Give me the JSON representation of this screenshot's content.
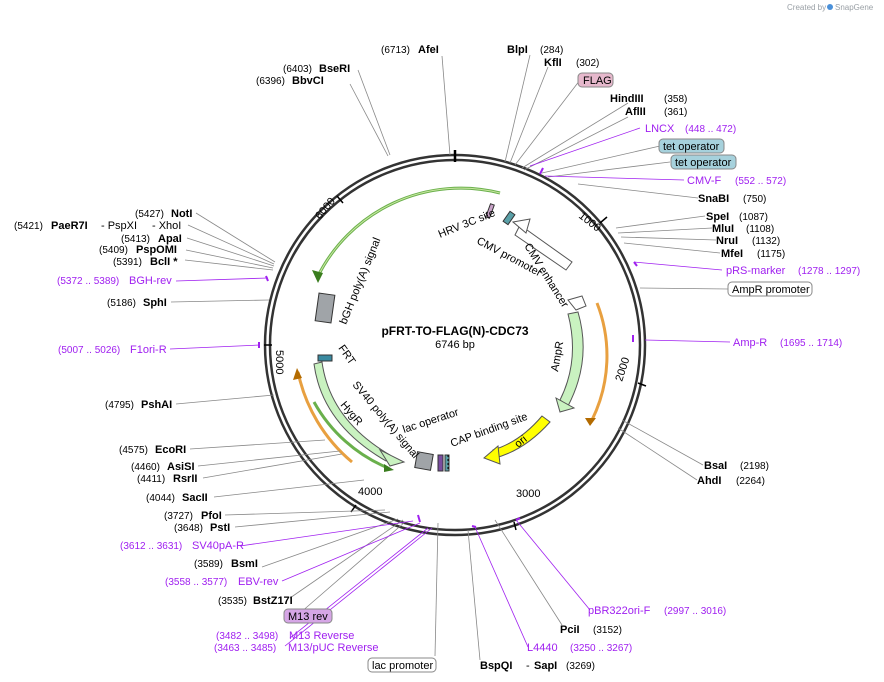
{
  "credit": {
    "created_by": "Created by",
    "brand": "SnapGene"
  },
  "plasmid": {
    "name": "pFRT-TO-FLAG(N)-CDC73",
    "length": "6746 bp"
  },
  "ticks": {
    "t1000": "1000",
    "t2000": "2000",
    "t3000": "3000",
    "t4000": "4000",
    "t5000": "5000",
    "t6000": "6000"
  },
  "features": {
    "hrv": "HRV 3C site",
    "cmv_promoter": "CMV promoter",
    "cmv_enhancer": "CMV enhancer",
    "ampr": "AmpR",
    "ori": "ori",
    "cap": "CAP binding site",
    "lac_op": "lac operator",
    "sv40": "SV40 poly(A) signal",
    "hygr": "HygR",
    "frt": "FRT",
    "bgh": "bGH poly(A) signal"
  },
  "labels": {
    "afei": {
      "pos": "(6713)",
      "name": "AfeI"
    },
    "bsperi": {
      "pos": "(6403)",
      "name": "BseRI"
    },
    "bbvci": {
      "pos": "(6396)",
      "name": "BbvCI"
    },
    "blpi": {
      "name": "BlpI",
      "pos": "(284)"
    },
    "kfli": {
      "name": "KflI",
      "pos": "(302)"
    },
    "flag": {
      "name": "FLAG"
    },
    "hindiii": {
      "name": "HindIII",
      "pos": "(358)"
    },
    "aflii": {
      "name": "AflII",
      "pos": "(361)"
    },
    "lncx": {
      "name": "LNCX",
      "pos": "(448 .. 472)"
    },
    "tet1": {
      "name": "tet operator"
    },
    "tet2": {
      "name": "tet operator"
    },
    "cmvf": {
      "name": "CMV-F",
      "pos": "(552 .. 572)"
    },
    "snabi": {
      "name": "SnaBI",
      "pos": "(750)"
    },
    "spei": {
      "name": "SpeI",
      "pos": "(1087)"
    },
    "mlui": {
      "name": "MluI",
      "pos": "(1108)"
    },
    "nrui": {
      "name": "NruI",
      "pos": "(1132)"
    },
    "mfei": {
      "name": "MfeI",
      "pos": "(1175)"
    },
    "prs": {
      "name": "pRS-marker",
      "pos": "(1278 .. 1297)"
    },
    "amprprom": {
      "name": "AmpR promoter"
    },
    "ampr_primer": {
      "name": "Amp-R",
      "pos": "(1695 .. 1714)"
    },
    "bsai": {
      "name": "BsaI",
      "pos": "(2198)"
    },
    "ahdi": {
      "name": "AhdI",
      "pos": "(2264)"
    },
    "pbr": {
      "name": "pBR322ori-F",
      "pos": "(2997 .. 3016)"
    },
    "pcii": {
      "name": "PciI",
      "pos": "(3152)"
    },
    "l4440": {
      "name": "L4440",
      "pos": "(3250 .. 3267)"
    },
    "bspqi": {
      "name": "BspQI",
      "sep": "-",
      "name2": "SapI",
      "pos": "(3269)"
    },
    "lacprom": {
      "name": "lac promoter"
    },
    "m13rev_pos": {
      "pos": "(3463 .. 3485)",
      "name": "M13/pUC Reverse"
    },
    "m13reverse": {
      "pos": "(3482 .. 3498)",
      "name": "M13 Reverse"
    },
    "m13box": {
      "name": "M13 rev"
    },
    "bstz": {
      "pos": "(3535)",
      "name": "BstZ17I"
    },
    "ebv": {
      "pos": "(3558 .. 3577)",
      "name": "EBV-rev"
    },
    "bsmi": {
      "pos": "(3589)",
      "name": "BsmI"
    },
    "sv40pa": {
      "pos": "(3612 .. 3631)",
      "name": "SV40pA-R"
    },
    "psti": {
      "pos": "(3648)",
      "name": "PstI"
    },
    "pfoi": {
      "pos": "(3727)",
      "name": "PfoI"
    },
    "saci": {
      "pos": "(4044)",
      "name": "SacII"
    },
    "rsrii": {
      "pos": "(4411)",
      "name": "RsrII"
    },
    "asisi": {
      "pos": "(4460)",
      "name": "AsiSI"
    },
    "ecori": {
      "pos": "(4575)",
      "name": "EcoRI"
    },
    "pshai": {
      "pos": "(4795)",
      "name": "PshAI"
    },
    "f1ori": {
      "pos": "(5007 .. 5026)",
      "name": "F1ori-R"
    },
    "sphi": {
      "pos": "(5186)",
      "name": "SphI"
    },
    "bghrev": {
      "pos": "(5372 .. 5389)",
      "name": "BGH-rev"
    },
    "bcli": {
      "pos": "(5391)",
      "name": "BclI *"
    },
    "pspomi": {
      "pos": "(5409)",
      "name": "PspOMI"
    },
    "apai": {
      "pos": "(5413)",
      "name": "ApaI"
    },
    "paer7i": {
      "pos": "(5421)",
      "name": "PaeR7I",
      "sep": "- PspXI",
      "sep2": "- XhoI"
    },
    "noti": {
      "pos": "(5427)",
      "name": "NotI"
    }
  }
}
